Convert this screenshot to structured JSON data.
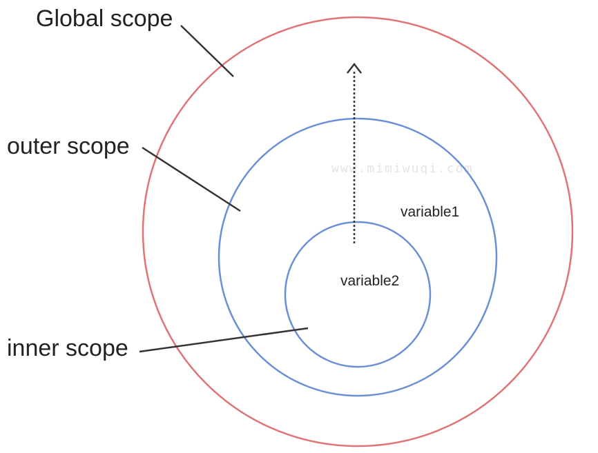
{
  "diagram": {
    "labels": {
      "global": "Global scope",
      "outer": "outer scope",
      "inner": "inner scope"
    },
    "variables": {
      "outer": "variable1",
      "inner": "variable2"
    },
    "watermark": "www.mimiwuqi.com",
    "colors": {
      "global_circle": "#e07373",
      "scope_circles": "#6b8fd6",
      "leader_lines": "#333333",
      "arrow": "#333333"
    }
  }
}
